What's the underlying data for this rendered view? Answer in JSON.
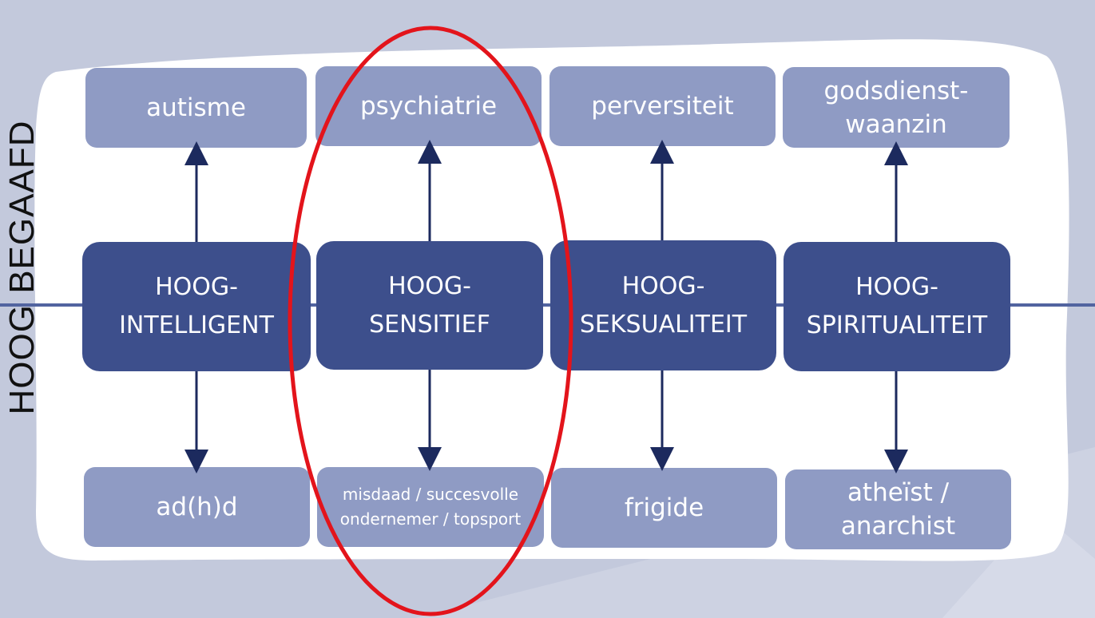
{
  "side_label": "HOOG BEGAAFD",
  "top_row": [
    {
      "text": "autisme"
    },
    {
      "text": "psychiatrie"
    },
    {
      "text": "perversiteit"
    },
    {
      "text": "godsdienst-\nwaanzin"
    }
  ],
  "middle_row": [
    {
      "text": "HOOG-\nINTELLIGENT"
    },
    {
      "text": "HOOG-\nSENSITIEF"
    },
    {
      "text": "HOOG-\nSEKSUALITEIT"
    },
    {
      "text": "HOOG-\nSPIRITUALITEIT"
    }
  ],
  "bottom_row": [
    {
      "text": "ad(h)d"
    },
    {
      "text": "misdaad / succesvolle\nondernemer / topsport"
    },
    {
      "text": "frigide"
    },
    {
      "text": "atheïst /\nanarchist"
    }
  ],
  "colors": {
    "background": "#c3c9dc",
    "panel": "#ffffff",
    "light_box": "#8f9bc4",
    "dark_box": "#3d4f8c",
    "arrow": "#1c2a5e",
    "highlight_ellipse": "#e3141b"
  }
}
